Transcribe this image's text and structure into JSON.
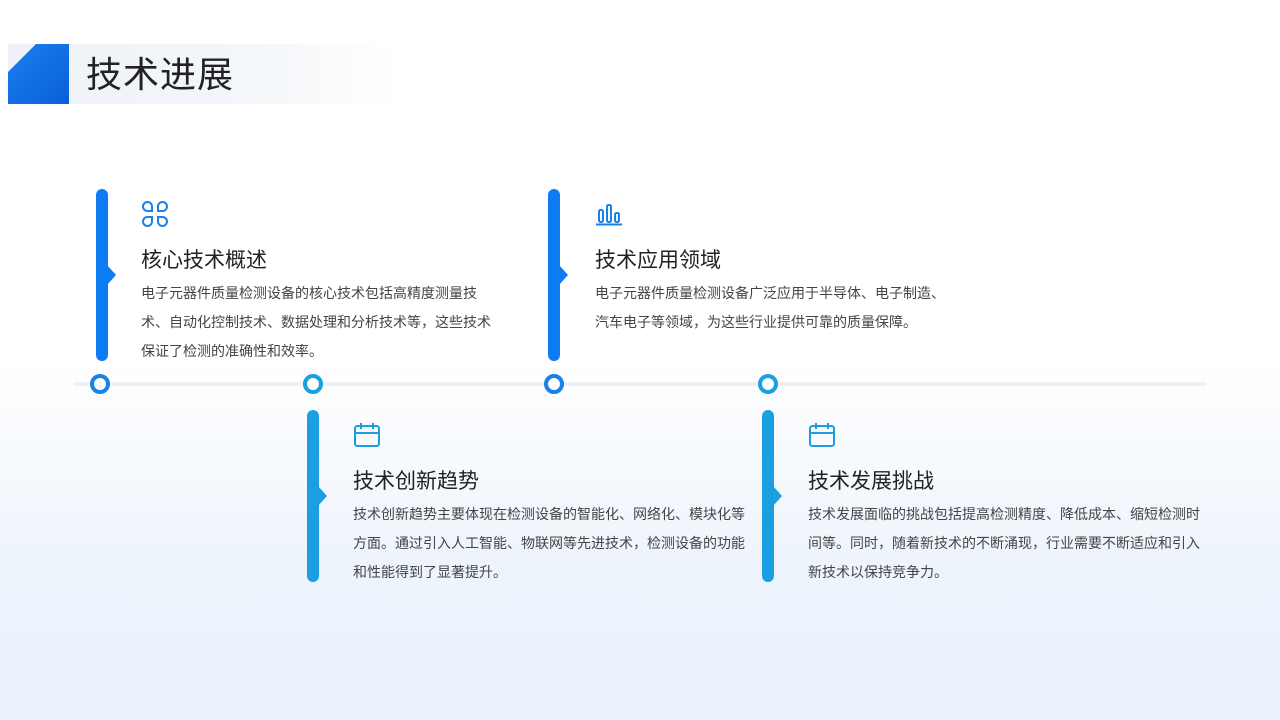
{
  "page": {
    "title": "技术进展"
  },
  "colors": {
    "primary": "#0d7bf2",
    "secondary": "#1aa0e0",
    "timeline": "#eef0f3"
  },
  "cards": [
    {
      "icon": "grid-icon",
      "title": "核心技术概述",
      "description": "电子元器件质量检测设备的核心技术包括高精度测量技术、自动化控制技术、数据处理和分析技术等，这些技术保证了检测的准确性和效率。"
    },
    {
      "icon": "bar-chart-icon",
      "title": "技术应用领域",
      "description": "电子元器件质量检测设备广泛应用于半导体、电子制造、汽车电子等领域，为这些行业提供可靠的质量保障。"
    },
    {
      "icon": "calendar-icon",
      "title": "技术创新趋势",
      "description": "技术创新趋势主要体现在检测设备的智能化、网络化、模块化等方面。通过引入人工智能、物联网等先进技术，检测设备的功能和性能得到了显著提升。"
    },
    {
      "icon": "calendar-icon",
      "title": "技术发展挑战",
      "description": "技术发展面临的挑战包括提高检测精度、降低成本、缩短检测时间等。同时，随着新技术的不断涌现，行业需要不断适应和引入新技术以保持竞争力。"
    }
  ]
}
